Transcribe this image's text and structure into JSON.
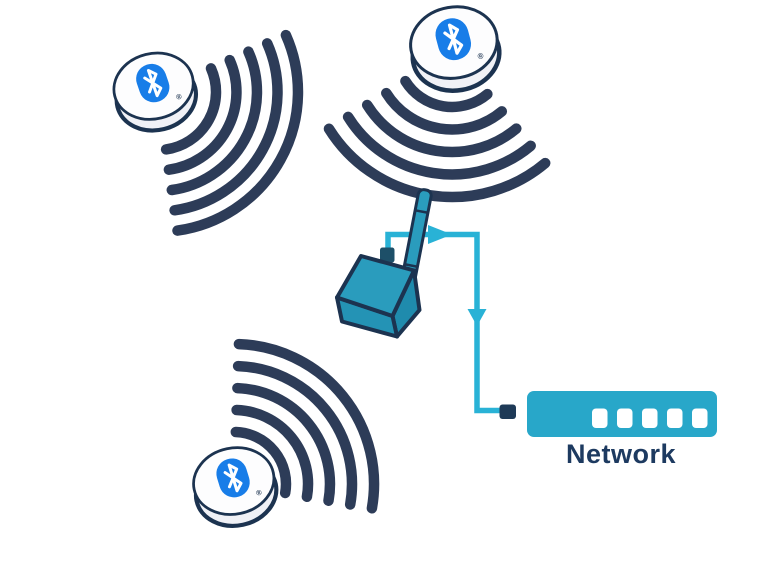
{
  "diagram": {
    "background": "#ffffff",
    "colors": {
      "wave_navy": "#2d3c58",
      "outline_navy": "#1c3350",
      "beacon_top_white": "#fdfdfe",
      "beacon_side_gray": "#f0f1f6",
      "bluetooth_blue": "#187de8",
      "rune_white": "#ffffff",
      "gateway_teal": "#2a9cbd",
      "gateway_side_teal": "#1f8bad",
      "gateway_front_teal": "#2493b5",
      "gateway_port_navy": "#1d4f68",
      "connector_cyan": "#29b2d6",
      "network_teal": "#28a7c9",
      "port_white": "#ffffff",
      "plug_navy": "#1e3a57",
      "label_navy": "#1d3a60"
    },
    "beacons": [
      {
        "id": "beacon-top-left",
        "icon": "bluetooth-icon",
        "trademark": "®"
      },
      {
        "id": "beacon-top-right",
        "icon": "bluetooth-icon",
        "trademark": "®"
      },
      {
        "id": "beacon-bottom",
        "icon": "bluetooth-icon",
        "trademark": "®"
      }
    ],
    "wave_sets": [
      {
        "beacon": "beacon-top-left",
        "arc_count": 5
      },
      {
        "beacon": "beacon-top-right",
        "arc_count": 5
      },
      {
        "beacon": "beacon-bottom",
        "arc_count": 5
      }
    ],
    "gateway": {
      "id": "gateway",
      "icon": "antenna-gateway-icon"
    },
    "connections": [
      {
        "from": "gateway",
        "to": "network",
        "type": "arrow-line",
        "arrows": [
          "right",
          "down"
        ]
      }
    ],
    "network": {
      "label": "Network",
      "icon": "network-switch-icon",
      "port_count": 5
    }
  }
}
